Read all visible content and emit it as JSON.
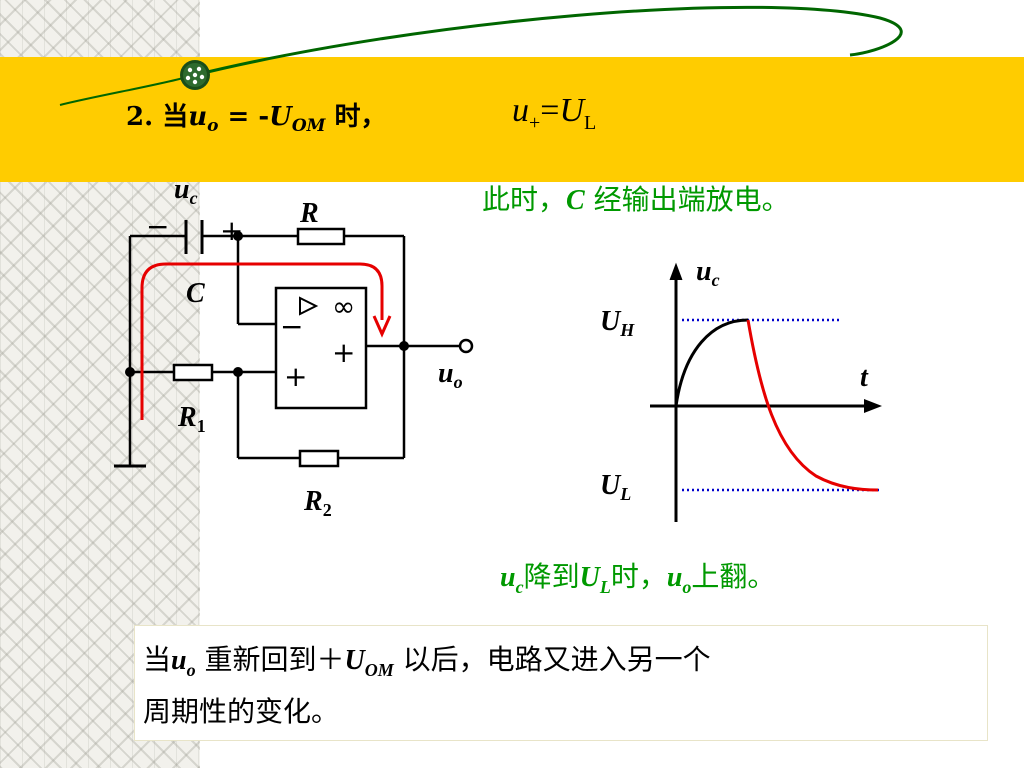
{
  "title": {
    "prefix": "2. 当",
    "var_u": "u",
    "var_u_sub": "o",
    "equals": "= -",
    "var_U": "U",
    "var_U_sub": "OM",
    "suffix": " 时，"
  },
  "equation": {
    "lhs": "u",
    "lhs_sub": "+",
    "op": "=",
    "rhs": "U",
    "rhs_sub": "L"
  },
  "note_discharge": {
    "prefix": "此时，",
    "var": "C",
    "suffix": " 经输出端放电。"
  },
  "note_flip": {
    "var1": "u",
    "var1_sub": "c",
    "text1": "降到",
    "var2": "U",
    "var2_sub": "L",
    "text2": "时，",
    "var3": "u",
    "var3_sub": "o",
    "text3": "上翻。"
  },
  "conclusion": {
    "line1_prefix": "当",
    "line1_var": "u",
    "line1_var_sub": "o",
    "line1_mid": " 重新回到＋",
    "line1_var2": "U",
    "line1_var2_sub": "OM",
    "line1_suffix": " 以后，电路又进入另一个",
    "line2": "周期性的变化。"
  },
  "circuit": {
    "uc_label": "u",
    "uc_sub": "c",
    "cap_minus": "−",
    "cap_plus": "+",
    "cap_label": "C",
    "r_label": "R",
    "r1_label": "R",
    "r1_sub": "1",
    "r2_label": "R",
    "r2_sub": "2",
    "opamp_inf": "∞",
    "opamp_minus": "−",
    "opamp_plus_out": "+",
    "opamp_plus_in": "+",
    "uo_label": "u",
    "uo_sub": "o"
  },
  "graph": {
    "y_label": "u",
    "y_sub": "c",
    "x_label": "t",
    "uh_label": "U",
    "uh_sub": "H",
    "ul_label": "U",
    "ul_sub": "L"
  },
  "colors": {
    "band": "#ffcc00",
    "green_text": "#009900",
    "red_curve": "#e60000",
    "blue_dots": "#0000cc",
    "dark_green_line": "#006600"
  }
}
